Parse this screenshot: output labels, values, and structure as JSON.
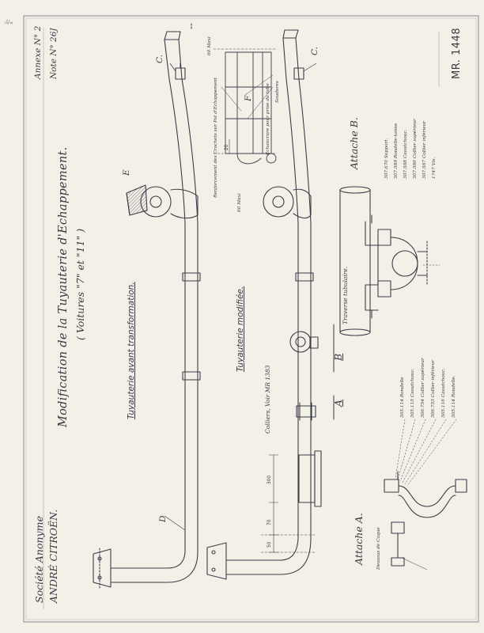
{
  "company": {
    "line1": "Société Anonyme",
    "line2": "ANDRÉ CITROËN."
  },
  "annexe": {
    "label": "Annexe N° 2",
    "note": "Note N° 26J"
  },
  "title": "Modification de la Tuyauterie d'Echappement.",
  "subtitle": "( Voitures \"7\" et \"11\" )",
  "reference": "MR. 1448",
  "captions": {
    "before": "Tuyauterie avant transformation.",
    "after": "Tuyauterie modifiée.",
    "colliers": "Colliers, Voir MR 1383",
    "traverse": "Traverse tubulaire."
  },
  "section_labels": {
    "a": "A",
    "b": "B",
    "c": "C.",
    "d": "D",
    "e": "E",
    "f": "F"
  },
  "attaches": {
    "a": "Attache A.",
    "b": "Attache B."
  },
  "dimensions": {
    "d300": "300",
    "d70": "70",
    "d50": "50",
    "d20": "20",
    "d60_top": "60 Maxi",
    "d60_bot": "60 Maxi"
  },
  "detail_notes": {
    "echancrure": "Echancrure pour prise du tube",
    "soudures": "Soudures",
    "renforcement": "Renforcement des Crochets sur Pot d'Echappement",
    "dessous": "Dessous de Coque"
  },
  "parts_a": [
    {
      "num": "305.114",
      "name": "Rondelle"
    },
    {
      "num": "305.115",
      "name": "Caoutchouc."
    },
    {
      "num": "306.754",
      "name": "Collier supérieur"
    },
    {
      "num": "306.753",
      "name": "Collier inférieur"
    },
    {
      "num": "305.116",
      "name": "Caoutchouc."
    },
    {
      "num": "305.114",
      "name": "Rondelle."
    }
  ],
  "parts_b": [
    {
      "num": "307.670",
      "name": "Support."
    },
    {
      "num": "307.589",
      "name": "Rondelle-tonne"
    },
    {
      "num": "307.588",
      "name": "Caoutchouc."
    },
    {
      "num": "307.586",
      "name": "Collier supérieur"
    },
    {
      "num": "307.587",
      "name": "Collier inférieur"
    },
    {
      "num": "1747",
      "name": "Vis."
    }
  ],
  "margin_mark": "ﻪ/ﺎﻧ"
}
